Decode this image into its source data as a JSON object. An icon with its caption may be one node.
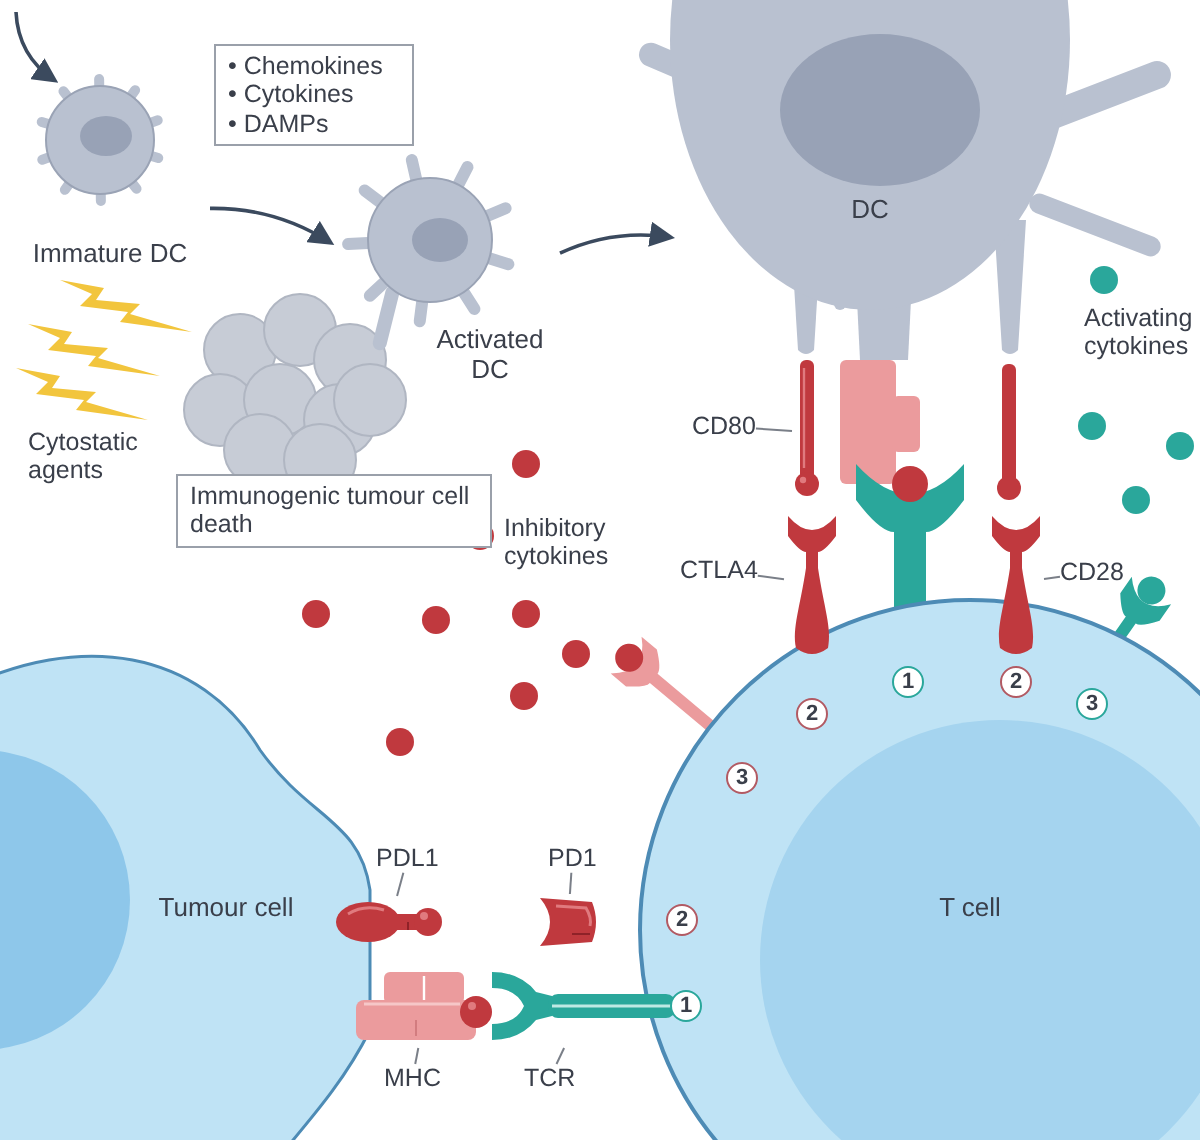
{
  "diagram": {
    "nodes": [
      {
        "text": [
          "Immature DC"
        ]
      },
      {
        "text": [
          "• Chemokines",
          "• Cytokines",
          "• DAMPs"
        ]
      },
      {
        "text": [
          "Activated DC"
        ]
      },
      {
        "text": [
          "Immunogenic tumour cell death"
        ]
      },
      {
        "text": [
          "DC"
        ]
      },
      {
        "text": [
          "Tumour cell"
        ]
      },
      {
        "text": [
          "T cell"
        ]
      },
      {
        "text": [
          "CD80"
        ]
      },
      {
        "text": [],
        "shape": "picture"
      },
      {
        "text": [
          "CTLA4"
        ]
      },
      {
        "text": [],
        "shape": "picture"
      },
      {
        "text": [
          "CD28"
        ]
      },
      {
        "text": [],
        "shape": "picture"
      },
      {
        "text": [
          "PDL1"
        ]
      },
      {
        "text": [],
        "shape": "picture"
      },
      {
        "text": [
          "PD1"
        ]
      },
      {
        "text": [],
        "shape": "picture"
      },
      {
        "text": [
          "MHC"
        ]
      },
      {
        "text": [],
        "shape": "picture"
      },
      {
        "text": [
          "TCR"
        ]
      },
      {
        "text": [],
        "shape": "picture"
      }
    ],
    "edges": [
      {
        "from": null,
        "to": 0,
        "arrow": "to"
      },
      {
        "from": 0,
        "to": 2,
        "arrow": "to"
      },
      {
        "from": 2,
        "to": 4,
        "arrow": "to"
      },
      {
        "from": 7,
        "to": 8,
        "arrow": "none"
      },
      {
        "from": 9,
        "to": 10,
        "arrow": "none"
      },
      {
        "from": 11,
        "to": 12,
        "arrow": "none"
      },
      {
        "from": 13,
        "to": 14,
        "arrow": "none"
      },
      {
        "from": 15,
        "to": 16,
        "arrow": "none"
      },
      {
        "from": 17,
        "to": 18,
        "arrow": "none"
      },
      {
        "from": 19,
        "to": 20,
        "arrow": "none"
      }
    ],
    "labels": [
      "Activating cytokines",
      "Cytostatic agents",
      "Inhibitory cytokines",
      "1",
      "2",
      "3",
      "2",
      "3",
      "2",
      "1"
    ]
  }
}
